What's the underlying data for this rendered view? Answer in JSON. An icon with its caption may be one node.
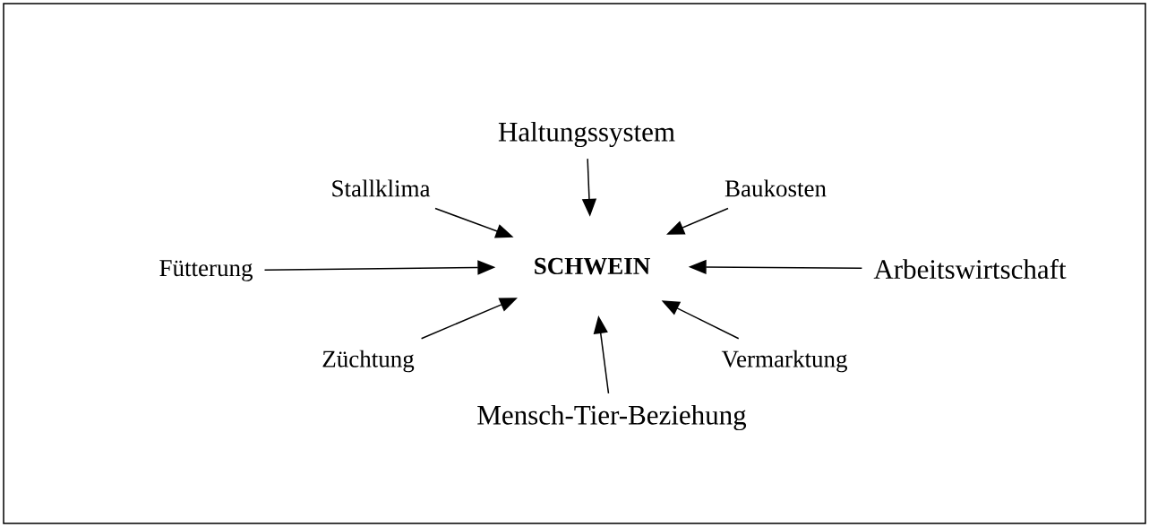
{
  "diagram": {
    "nodes": [
      {
        "text": [
          "SCHWEIN"
        ]
      },
      {
        "text": [
          "Haltungssystem"
        ]
      },
      {
        "text": [
          "Stallklima"
        ]
      },
      {
        "text": [
          "Baukosten"
        ]
      },
      {
        "text": [
          "Fütterung"
        ]
      },
      {
        "text": [
          "Arbeitswirtschaft"
        ]
      },
      {
        "text": [
          "Züchtung"
        ]
      },
      {
        "text": [
          "Vermarktung"
        ]
      },
      {
        "text": [
          "Mensch-Tier-Beziehung"
        ]
      }
    ],
    "edges": [
      {
        "from": 1,
        "to": 0,
        "arrow": "to"
      },
      {
        "from": 2,
        "to": 0,
        "arrow": "to"
      },
      {
        "from": 3,
        "to": 0,
        "arrow": "to"
      },
      {
        "from": 4,
        "to": 0,
        "arrow": "to"
      },
      {
        "from": 5,
        "to": 0,
        "arrow": "to"
      },
      {
        "from": 6,
        "to": 0,
        "arrow": "to"
      },
      {
        "from": 7,
        "to": 0,
        "arrow": "to"
      },
      {
        "from": 8,
        "to": 0,
        "arrow": "to"
      }
    ]
  }
}
